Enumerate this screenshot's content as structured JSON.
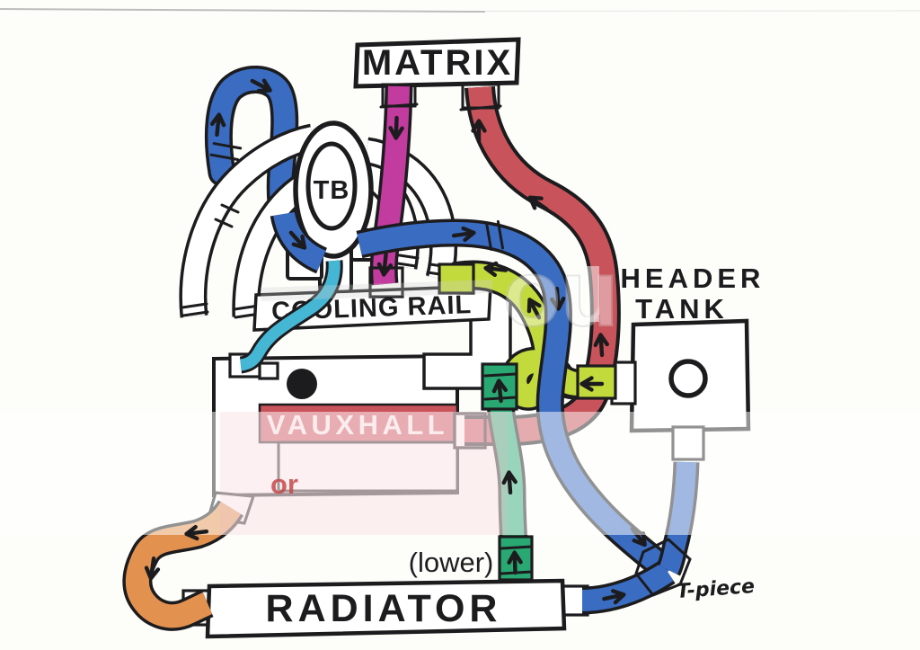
{
  "labels": {
    "matrix": "MATRIX",
    "tb": "TB",
    "cooling_rail": "COOLING RAIL",
    "header_tank_line1": "HEADER",
    "header_tank_line2": "TANK",
    "radiator": "RADIATOR",
    "radiator_lower_note": "(lower)",
    "t_piece": "T-piece",
    "engine_brand": "VAUXHALL"
  },
  "watermark": {
    "fragment_red": "or",
    "fragment_gray": "ou"
  },
  "colors": {
    "ink": "#1c1c1e",
    "paper": "#fdfdfa",
    "blue": "#3a6cc2",
    "light_blue": "#9cbfe8",
    "cyan": "#45b7d5",
    "magenta": "#c23b9e",
    "red": "#c9535a",
    "chartreuse": "#c3da3d",
    "emerald": "#2aa873",
    "orange": "#e2914f",
    "gray_arrow": "#97999f"
  },
  "hoses": [
    {
      "name": "tb-feed-loop",
      "color": "blue",
      "flow": "up over the loop into TB left port"
    },
    {
      "name": "tb-outlet-to-t-piece",
      "color": "blue",
      "flow": "right from TB then down to T-piece"
    },
    {
      "name": "radiator-to-t-piece",
      "color": "blue",
      "flow": "right from RADIATOR into T-piece"
    },
    {
      "name": "t-piece-to-header-tank",
      "color": "light_blue",
      "flow": "up toward HEADER TANK"
    },
    {
      "name": "engine-to-matrix",
      "color": "red",
      "flow": "up from engine to MATRIX"
    },
    {
      "name": "matrix-to-cooling-rail",
      "color": "magenta",
      "flow": "down from MATRIX to cooling rail"
    },
    {
      "name": "header-tank-to-cooling-rail",
      "color": "chartreuse",
      "flow": "left from HEADER TANK to cooling rail"
    },
    {
      "name": "radiator-lower-to-engine",
      "color": "emerald",
      "flow": "up from RADIATOR (lower) to engine"
    },
    {
      "name": "engine-to-radiator",
      "color": "orange",
      "flow": "down from engine to RADIATOR"
    },
    {
      "name": "tb-bleed",
      "color": "cyan",
      "flow": "down from TB to engine"
    }
  ]
}
